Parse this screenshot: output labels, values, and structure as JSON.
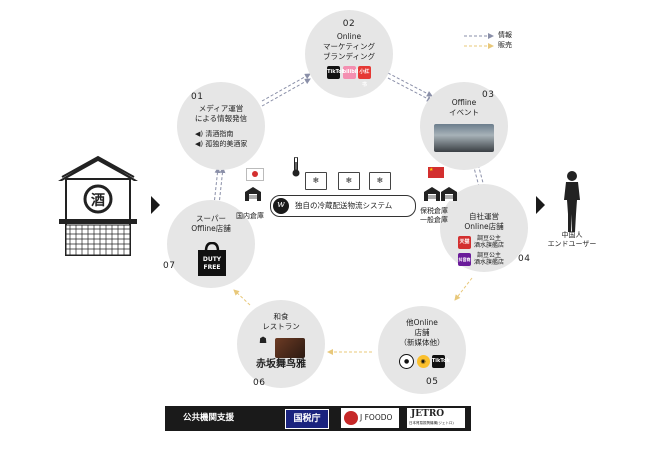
{
  "legend": {
    "info": "情報",
    "sales": "販売"
  },
  "colors": {
    "info_arrow": "#8a8fa8",
    "sales_arrow": "#e8c87a",
    "node_bg": "#e6e6e6",
    "dark": "#1a1a1a"
  },
  "nodes": {
    "n01": {
      "num": "01",
      "line1": "メディア運営",
      "line2": "による情報発信",
      "sub1": "清酒指南",
      "sub2": "孤独的美酒家"
    },
    "n02": {
      "num": "02",
      "line1": "Online",
      "line2": "マーケティング",
      "line3": "ブランディング",
      "icon_tiktok": "TikTok",
      "icon_bili": "bilibili",
      "icon_red": "小红书"
    },
    "n03": {
      "num": "03",
      "line1": "Offline",
      "line2": "イベント"
    },
    "n04": {
      "num": "04",
      "line1": "自社運営",
      "line2": "Online店舗",
      "tmall": "天猫",
      "shop1_a": "調豆公主",
      "shop1_b": "酒水旗艦店",
      "dy": "抖音商城",
      "shop2_a": "調豆公主",
      "shop2_b": "酒水旗艦店"
    },
    "n05": {
      "num": "05",
      "line1": "他Online",
      "line2": "店舗",
      "line3": "（新媒体他）",
      "icon_tiktok": "TikTok"
    },
    "n06": {
      "num": "06",
      "line1": "和食",
      "line2": "レストラン",
      "signage": "赤坂舞鸟雅"
    },
    "n07": {
      "num": "07",
      "line1": "スーパー",
      "line2": "Offline店舗",
      "duty1": "DUTY",
      "duty2": "FREE"
    }
  },
  "center": {
    "system_label": "独自の冷蔵配送物流システム",
    "logo": "w",
    "domestic_warehouse": "国内倉庫",
    "bonded_1": "保税倉庫",
    "bonded_2": "一般倉庫",
    "snow_icon": "❄"
  },
  "left": {
    "sake_char": "酒"
  },
  "right": {
    "enduser_1": "中国人",
    "enduser_2": "エンドユーザー"
  },
  "footer": {
    "label": "公共機関支援",
    "nta": "国税庁",
    "jfoodo": "J FOODO",
    "jetro": "JETRO",
    "jetro_sub": "日本貿易振興機構(ジェトロ)"
  }
}
